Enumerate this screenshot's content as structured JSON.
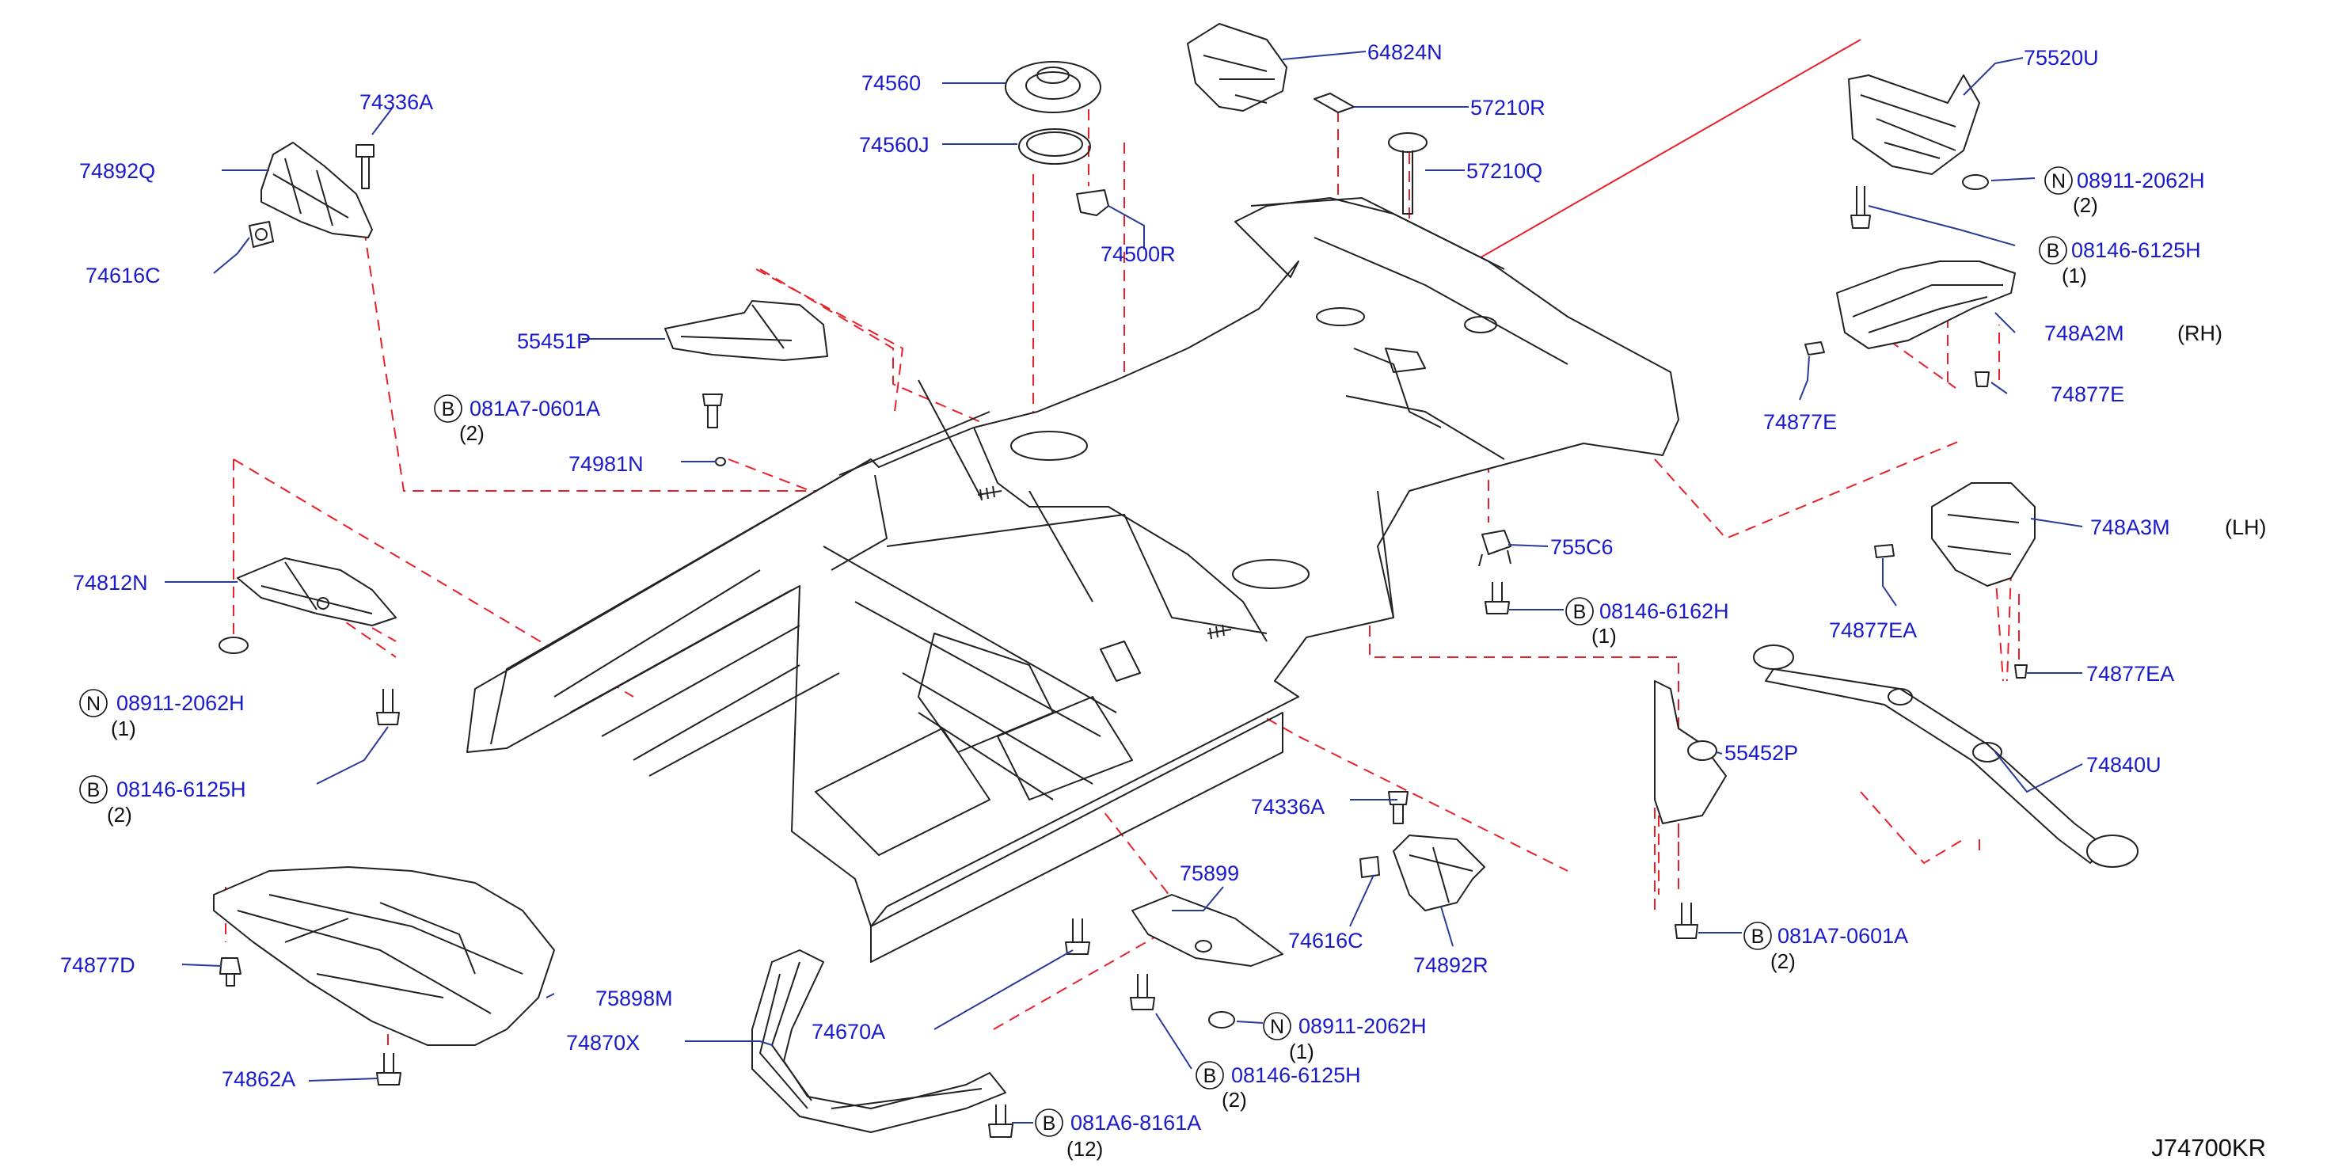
{
  "diagram_id": "J74700KR",
  "colors": {
    "label": "#1a1acd",
    "dash_line": "#e8202a",
    "part_stroke": "#222222",
    "quantity": "#111111"
  },
  "parts": [
    {
      "part_no": "74336A"
    },
    {
      "part_no": "74892Q"
    },
    {
      "part_no": "74616C"
    },
    {
      "part_no": "74560"
    },
    {
      "part_no": "74560J"
    },
    {
      "part_no": "74500R"
    },
    {
      "part_no": "64824N"
    },
    {
      "part_no": "57210R"
    },
    {
      "part_no": "57210Q"
    },
    {
      "part_no": "75520U"
    },
    {
      "part_no": "08911-2062H",
      "prefix": "N",
      "qty": "(2)"
    },
    {
      "part_no": "08146-6125H",
      "prefix": "B",
      "qty": "(1)"
    },
    {
      "part_no": "748A2M",
      "side": "(RH)"
    },
    {
      "part_no": "74877E"
    },
    {
      "part_no": "74877E"
    },
    {
      "part_no": "55451P"
    },
    {
      "part_no": "081A7-0601A",
      "prefix": "B",
      "qty": "(2)"
    },
    {
      "part_no": "74981N"
    },
    {
      "part_no": "755C6"
    },
    {
      "part_no": "08146-6162H",
      "prefix": "B",
      "qty": "(1)"
    },
    {
      "part_no": "748A3M",
      "side": "(LH)"
    },
    {
      "part_no": "74877EA"
    },
    {
      "part_no": "74877EA"
    },
    {
      "part_no": "74812N"
    },
    {
      "part_no": "08911-2062H",
      "prefix": "N",
      "qty": "(1)"
    },
    {
      "part_no": "08146-6125H",
      "prefix": "B",
      "qty": "(2)"
    },
    {
      "part_no": "74840U"
    },
    {
      "part_no": "55452P"
    },
    {
      "part_no": "74336A"
    },
    {
      "part_no": "74616C"
    },
    {
      "part_no": "74892R"
    },
    {
      "part_no": "75899"
    },
    {
      "part_no": "081A7-0601A",
      "prefix": "B",
      "qty": "(2)"
    },
    {
      "part_no": "74877D"
    },
    {
      "part_no": "75898M"
    },
    {
      "part_no": "74870X"
    },
    {
      "part_no": "74670A"
    },
    {
      "part_no": "08911-2062H",
      "prefix": "N",
      "qty": "(1)"
    },
    {
      "part_no": "08146-6125H",
      "prefix": "B",
      "qty": "(2)"
    },
    {
      "part_no": "74862A"
    },
    {
      "part_no": "081A6-8161A",
      "prefix": "B",
      "qty": "(12)"
    }
  ]
}
